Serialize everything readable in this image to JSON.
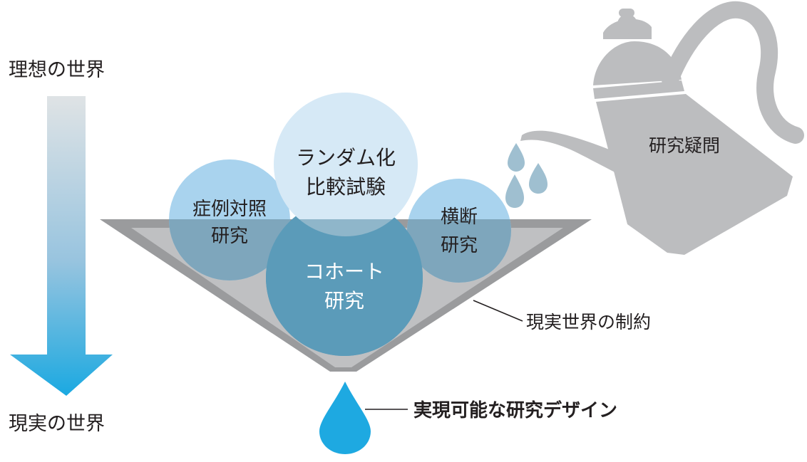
{
  "axis": {
    "top_label": "理想の世界",
    "bottom_label": "現実の世界"
  },
  "pot": {
    "label": "研究疑問"
  },
  "funnel": {
    "label": "現実世界の制約"
  },
  "circles": {
    "case_control": {
      "line1": "症例対照",
      "line2": "研究"
    },
    "rct": {
      "line1": "ランダム化",
      "line2": "比較試験"
    },
    "cross_sectional": {
      "line1": "横断",
      "line2": "研究"
    },
    "cohort": {
      "line1": "コホート",
      "line2": "研究"
    }
  },
  "output": {
    "label": "実現可能な研究デザイン"
  },
  "colors": {
    "arrow_top": "#dfe3e5",
    "arrow_bottom": "#1ba9e1",
    "funnel_dark": "#9a9b9d",
    "funnel_light": "#bfc0c2",
    "pot": "#bcbdbf",
    "drop_blue": "#1ea9e1",
    "pot_drops": "#9fbfd0",
    "circle_light": "#a9d3ee",
    "circle_rct": "#d6e9f6",
    "circle_cohort": "#5b9bb9",
    "circle_overlap": "#7ea6bc"
  }
}
